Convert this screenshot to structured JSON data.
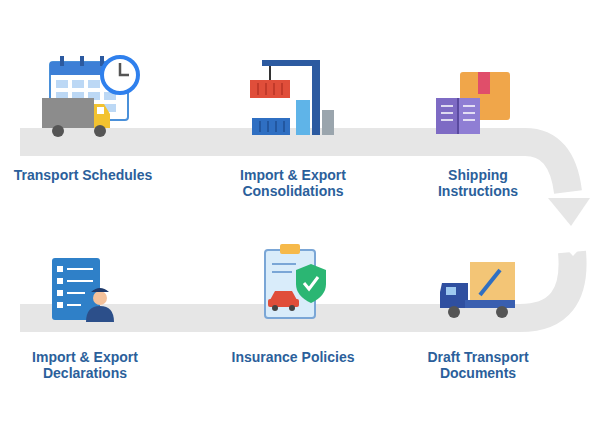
{
  "diagram": {
    "labels": [
      "Transport Schedules",
      "Import & Export Consolidations",
      "Shipping Instructions",
      "Import & Export Declarations",
      "Insurance Policies",
      "Draft Transport Documents"
    ]
  }
}
